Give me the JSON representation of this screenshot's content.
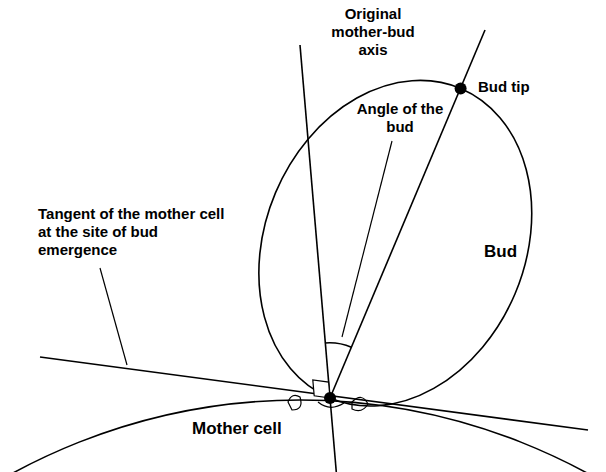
{
  "diagram": {
    "labels": [
      "Original mother-bud axis",
      "Angle of the bud",
      "Bud tip",
      "Tangent of the mother cell at the site of bud emergence",
      "Bud",
      "Mother cell"
    ]
  }
}
